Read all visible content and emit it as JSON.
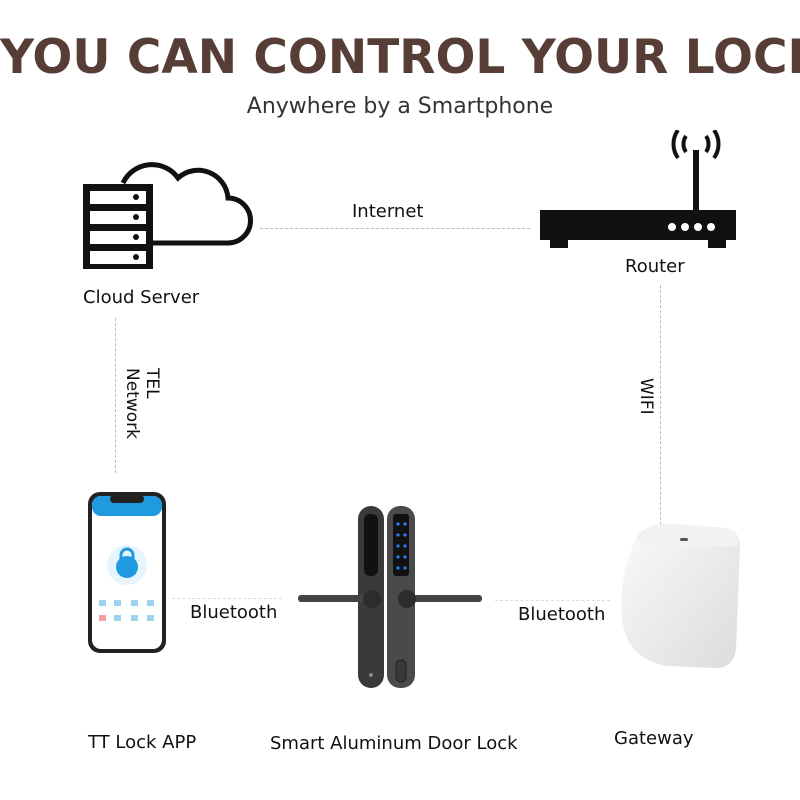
{
  "header": {
    "title": "YOU CAN CONTROL YOUR LOCK",
    "subtitle": "Anywhere by a Smartphone"
  },
  "nodes": {
    "cloud_server": {
      "label": "Cloud Server",
      "icon": "cloud-server-icon"
    },
    "router": {
      "label": "Router",
      "icon": "router-icon"
    },
    "app": {
      "label": "TT Lock APP",
      "icon": "smartphone-icon"
    },
    "lock": {
      "label": "Smart Aluminum Door Lock",
      "icon": "door-lock-icon"
    },
    "gateway": {
      "label": "Gateway",
      "icon": "gateway-icon"
    }
  },
  "links": {
    "internet": "Internet",
    "tel_network": [
      "TEL",
      "Network"
    ],
    "wifi": "WIFI",
    "bluetooth_left": "Bluetooth",
    "bluetooth_right": "Bluetooth"
  },
  "colors": {
    "title": "#563d35",
    "app_accent": "#1e9be0",
    "lock_body": "#3a3a3c",
    "keypad": "#2a7cff"
  }
}
